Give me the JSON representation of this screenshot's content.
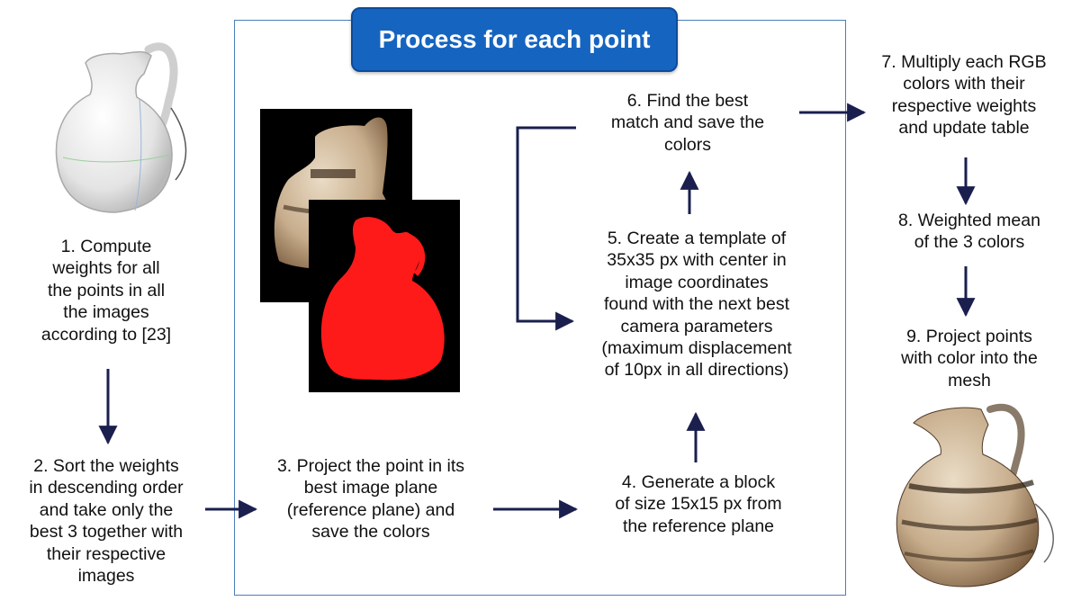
{
  "title": "Process for each point",
  "steps": {
    "s1": "1. Compute\nweights for all\nthe points in all\nthe images\naccording to [23]",
    "s2": "2. Sort the weights\nin descending order\nand take only the\nbest 3 together with\ntheir respective\nimages",
    "s3": "3. Project the point in its\nbest image plane\n(reference plane) and\nsave the colors",
    "s4": "4. Generate a block\nof size 15x15 px from\nthe reference plane",
    "s5": "5. Create a template of\n35x35 px with center in\nimage coordinates\nfound with the next best\ncamera parameters\n(maximum displacement\nof 10px in all directions)",
    "s6": "6. Find the best\nmatch and save the\ncolors",
    "s7": "7. Multiply each RGB\ncolors with their\nrespective  weights\nand update table",
    "s8": "8. Weighted mean\nof  the 3 colors",
    "s9": "9. Project points\nwith color into the\nmesh"
  },
  "colors": {
    "title_fill": "#1565c0",
    "box_border": "#4a7fb8",
    "arrow": "#1a1f4e",
    "mask_red": "#ff1a1a"
  }
}
